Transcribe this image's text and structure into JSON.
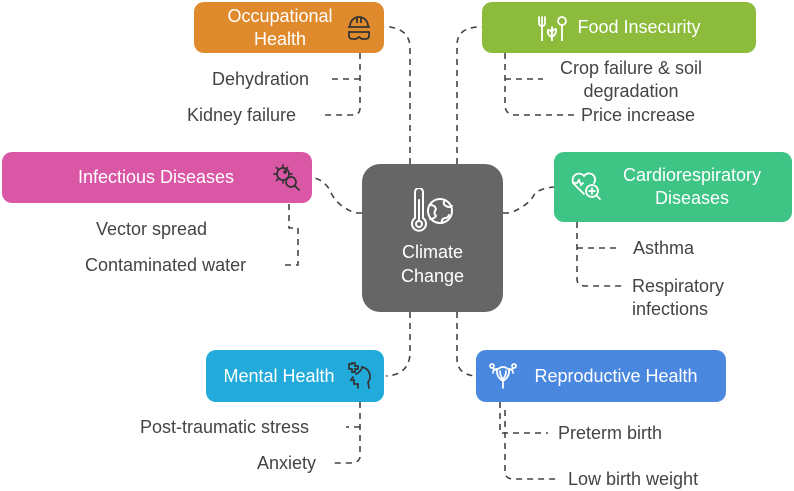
{
  "center": {
    "label": "Climate\nChange",
    "icon": "thermometer-globe-icon",
    "color": "#666666"
  },
  "branches": [
    {
      "id": "occupational",
      "label": "Occupational\nHealth",
      "icon": "hard-hat-goggles-icon",
      "color": "#E08A2E",
      "children": [
        "Dehydration",
        "Kidney failure"
      ]
    },
    {
      "id": "food",
      "label": "Food Insecurity",
      "icon": "fork-plant-spoon-icon",
      "color": "#8DBB3B",
      "children": [
        "Crop failure & soil\ndegradation",
        "Price increase"
      ]
    },
    {
      "id": "infectious",
      "label": "Infectious Diseases",
      "icon": "virus-magnifier-icon",
      "color": "#DA57A5",
      "children": [
        "Vector spread",
        "Contaminated water"
      ]
    },
    {
      "id": "cardio",
      "label": "Cardiorespiratory\nDiseases",
      "icon": "heart-health-search-icon",
      "color": "#3EC485",
      "children": [
        "Asthma",
        "Respiratory\ninfections"
      ]
    },
    {
      "id": "mental",
      "label": "Mental Health",
      "icon": "head-plus-icon",
      "color": "#22AADB",
      "children": [
        "Post-traumatic stress",
        "Anxiety"
      ]
    },
    {
      "id": "reproductive",
      "label": "Reproductive Health",
      "icon": "uterus-icon",
      "color": "#4A88E0",
      "children": [
        "Preterm birth",
        "Low birth weight"
      ]
    }
  ]
}
